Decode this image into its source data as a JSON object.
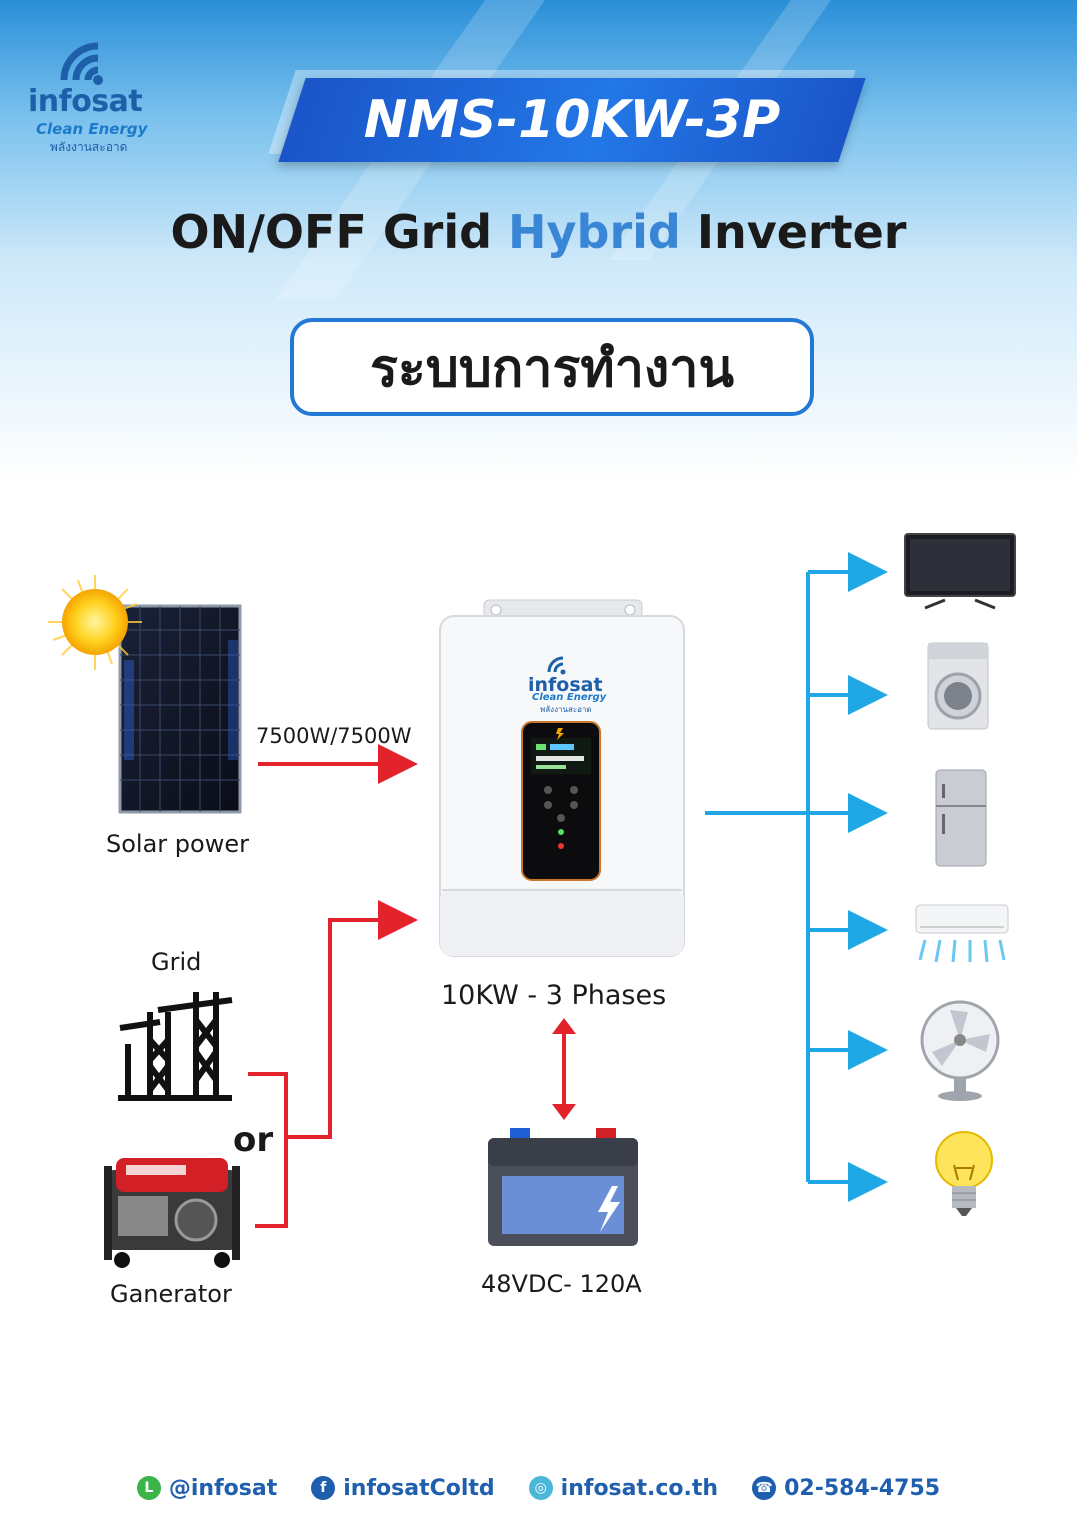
{
  "header": {
    "logo": {
      "brand": "infosat",
      "sub": "Clean Energy",
      "thai": "พลังงานสะอาด"
    },
    "model": "NMS-10KW-3P",
    "subtitle_a": "ON/OFF Grid ",
    "subtitle_b": "Hybrid",
    "subtitle_c": " Inverter",
    "section_title": "ระบบการทำงาน"
  },
  "diagram": {
    "solar_rating": "7500W/7500W",
    "solar_label": "Solar power",
    "grid_label": "Grid",
    "or_label": "or",
    "generator_label": "Ganerator",
    "inverter_label": "10KW - 3 Phases",
    "inverter_brand": "infosat",
    "inverter_brand_sub": "Clean Energy",
    "inverter_brand_thai": "พลังงานสะอาด",
    "battery_label": "48VDC- 120A",
    "loads": [
      "tv-icon",
      "washing-machine-icon",
      "refrigerator-icon",
      "air-conditioner-icon",
      "fan-icon",
      "light-bulb-icon"
    ]
  },
  "colors": {
    "input_arrow": "#e3232b",
    "output_arrow": "#20a8e6",
    "accent": "#2378d6"
  },
  "footer": {
    "line": "@infosat",
    "facebook": "infosatColtd",
    "web": "infosat.co.th",
    "phone": "02-584-4755"
  }
}
